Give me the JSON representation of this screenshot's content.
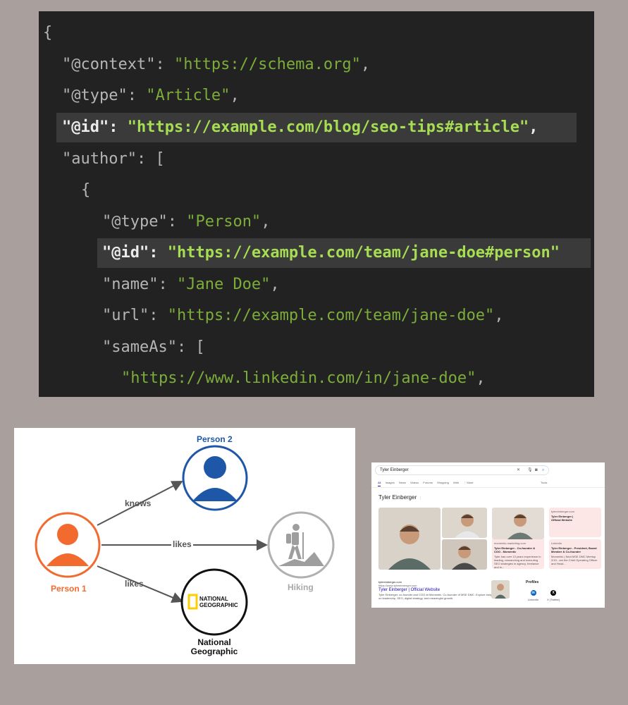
{
  "code": {
    "lines": [
      {
        "k": "{",
        "v": "",
        "after": ""
      },
      {
        "k": "\"@context\": ",
        "v": "\"https://schema.org\"",
        "after": ","
      },
      {
        "k": "\"@type\": ",
        "v": "\"Article\"",
        "after": ","
      },
      {
        "k": "\"@id\": ",
        "v": "\"https://example.com/blog/seo-tips#article\"",
        "after": ","
      },
      {
        "k": "\"author\": [",
        "v": "",
        "after": ""
      },
      {
        "k": "{",
        "v": "",
        "after": ""
      },
      {
        "k": "\"@type\": ",
        "v": "\"Person\"",
        "after": ","
      },
      {
        "k": "\"@id\": ",
        "v": "\"https://example.com/team/jane-doe#person\"",
        "after": ""
      },
      {
        "k": "\"name\": ",
        "v": "\"Jane Doe\"",
        "after": ","
      },
      {
        "k": "\"url\": ",
        "v": "\"https://example.com/team/jane-doe\"",
        "after": ","
      },
      {
        "k": "\"sameAs\": [",
        "v": "",
        "after": ""
      },
      {
        "k": "",
        "v": "\"https://www.linkedin.com/in/jane-doe\"",
        "after": ","
      }
    ]
  },
  "graph": {
    "person1": "Person 1",
    "person2": "Person 2",
    "hiking": "Hiking",
    "natgeo": "National Geographic",
    "natgeo_line1": "National",
    "natgeo_line2": "Geographic",
    "logo_line1": "NATIONAL",
    "logo_line2": "GEOGRAPHIC",
    "edge_knows": "knows",
    "edge_likes_1": "likes",
    "edge_likes_2": "likes",
    "colors": {
      "person1": "#f26a2e",
      "person2": "#1f57a8",
      "hiking": "#9e9e9e",
      "natgeo": "#111111",
      "natgeo_yellow": "#ffce00"
    }
  },
  "serp": {
    "query": "Tyler Einberger",
    "tabs": [
      "All",
      "Images",
      "News",
      "Videos",
      "Forums",
      "Shopping",
      "Web",
      "⋮ More"
    ],
    "tools": "Tools",
    "entity_title": "Tyler Einberger",
    "cards": [
      {
        "src": "momentic-marketing.com",
        "title": "Tyler Einberger - Co-founder & COO - Momentic",
        "snippet": "Tyler has over 13 years experience in leading, researching and executing SEO strategies in agency, freelance and in..."
      },
      {
        "src": "tylereinberger.com",
        "title": "Tyler Einberger | Official Website",
        "snippet": ""
      },
      {
        "src": "LinkedIn",
        "title": "Tyler Einberger - President, Board Member & Co-founder",
        "snippet": "Momentic | Next MSE DMC Meetup 2/19 - am the Chief Operating Officer and Head..."
      }
    ],
    "result": {
      "site": "tylereinberger.com",
      "url": "https://www.tylereinberger.com",
      "title": "Tyler Einberger | Official Website",
      "snippet": "Tyler Einberger, co-founder and COO at Momentic. Co-founder of MSE DMC. Explore insights on leadership, SEO, digital strategy, and meaningful growth."
    },
    "profiles": {
      "heading": "Profiles",
      "items": [
        {
          "label": "LinkedIn",
          "glyph": "in",
          "color": "#0a66c2"
        },
        {
          "label": "X (Twitter)",
          "glyph": "X",
          "color": "#000000"
        }
      ]
    }
  }
}
